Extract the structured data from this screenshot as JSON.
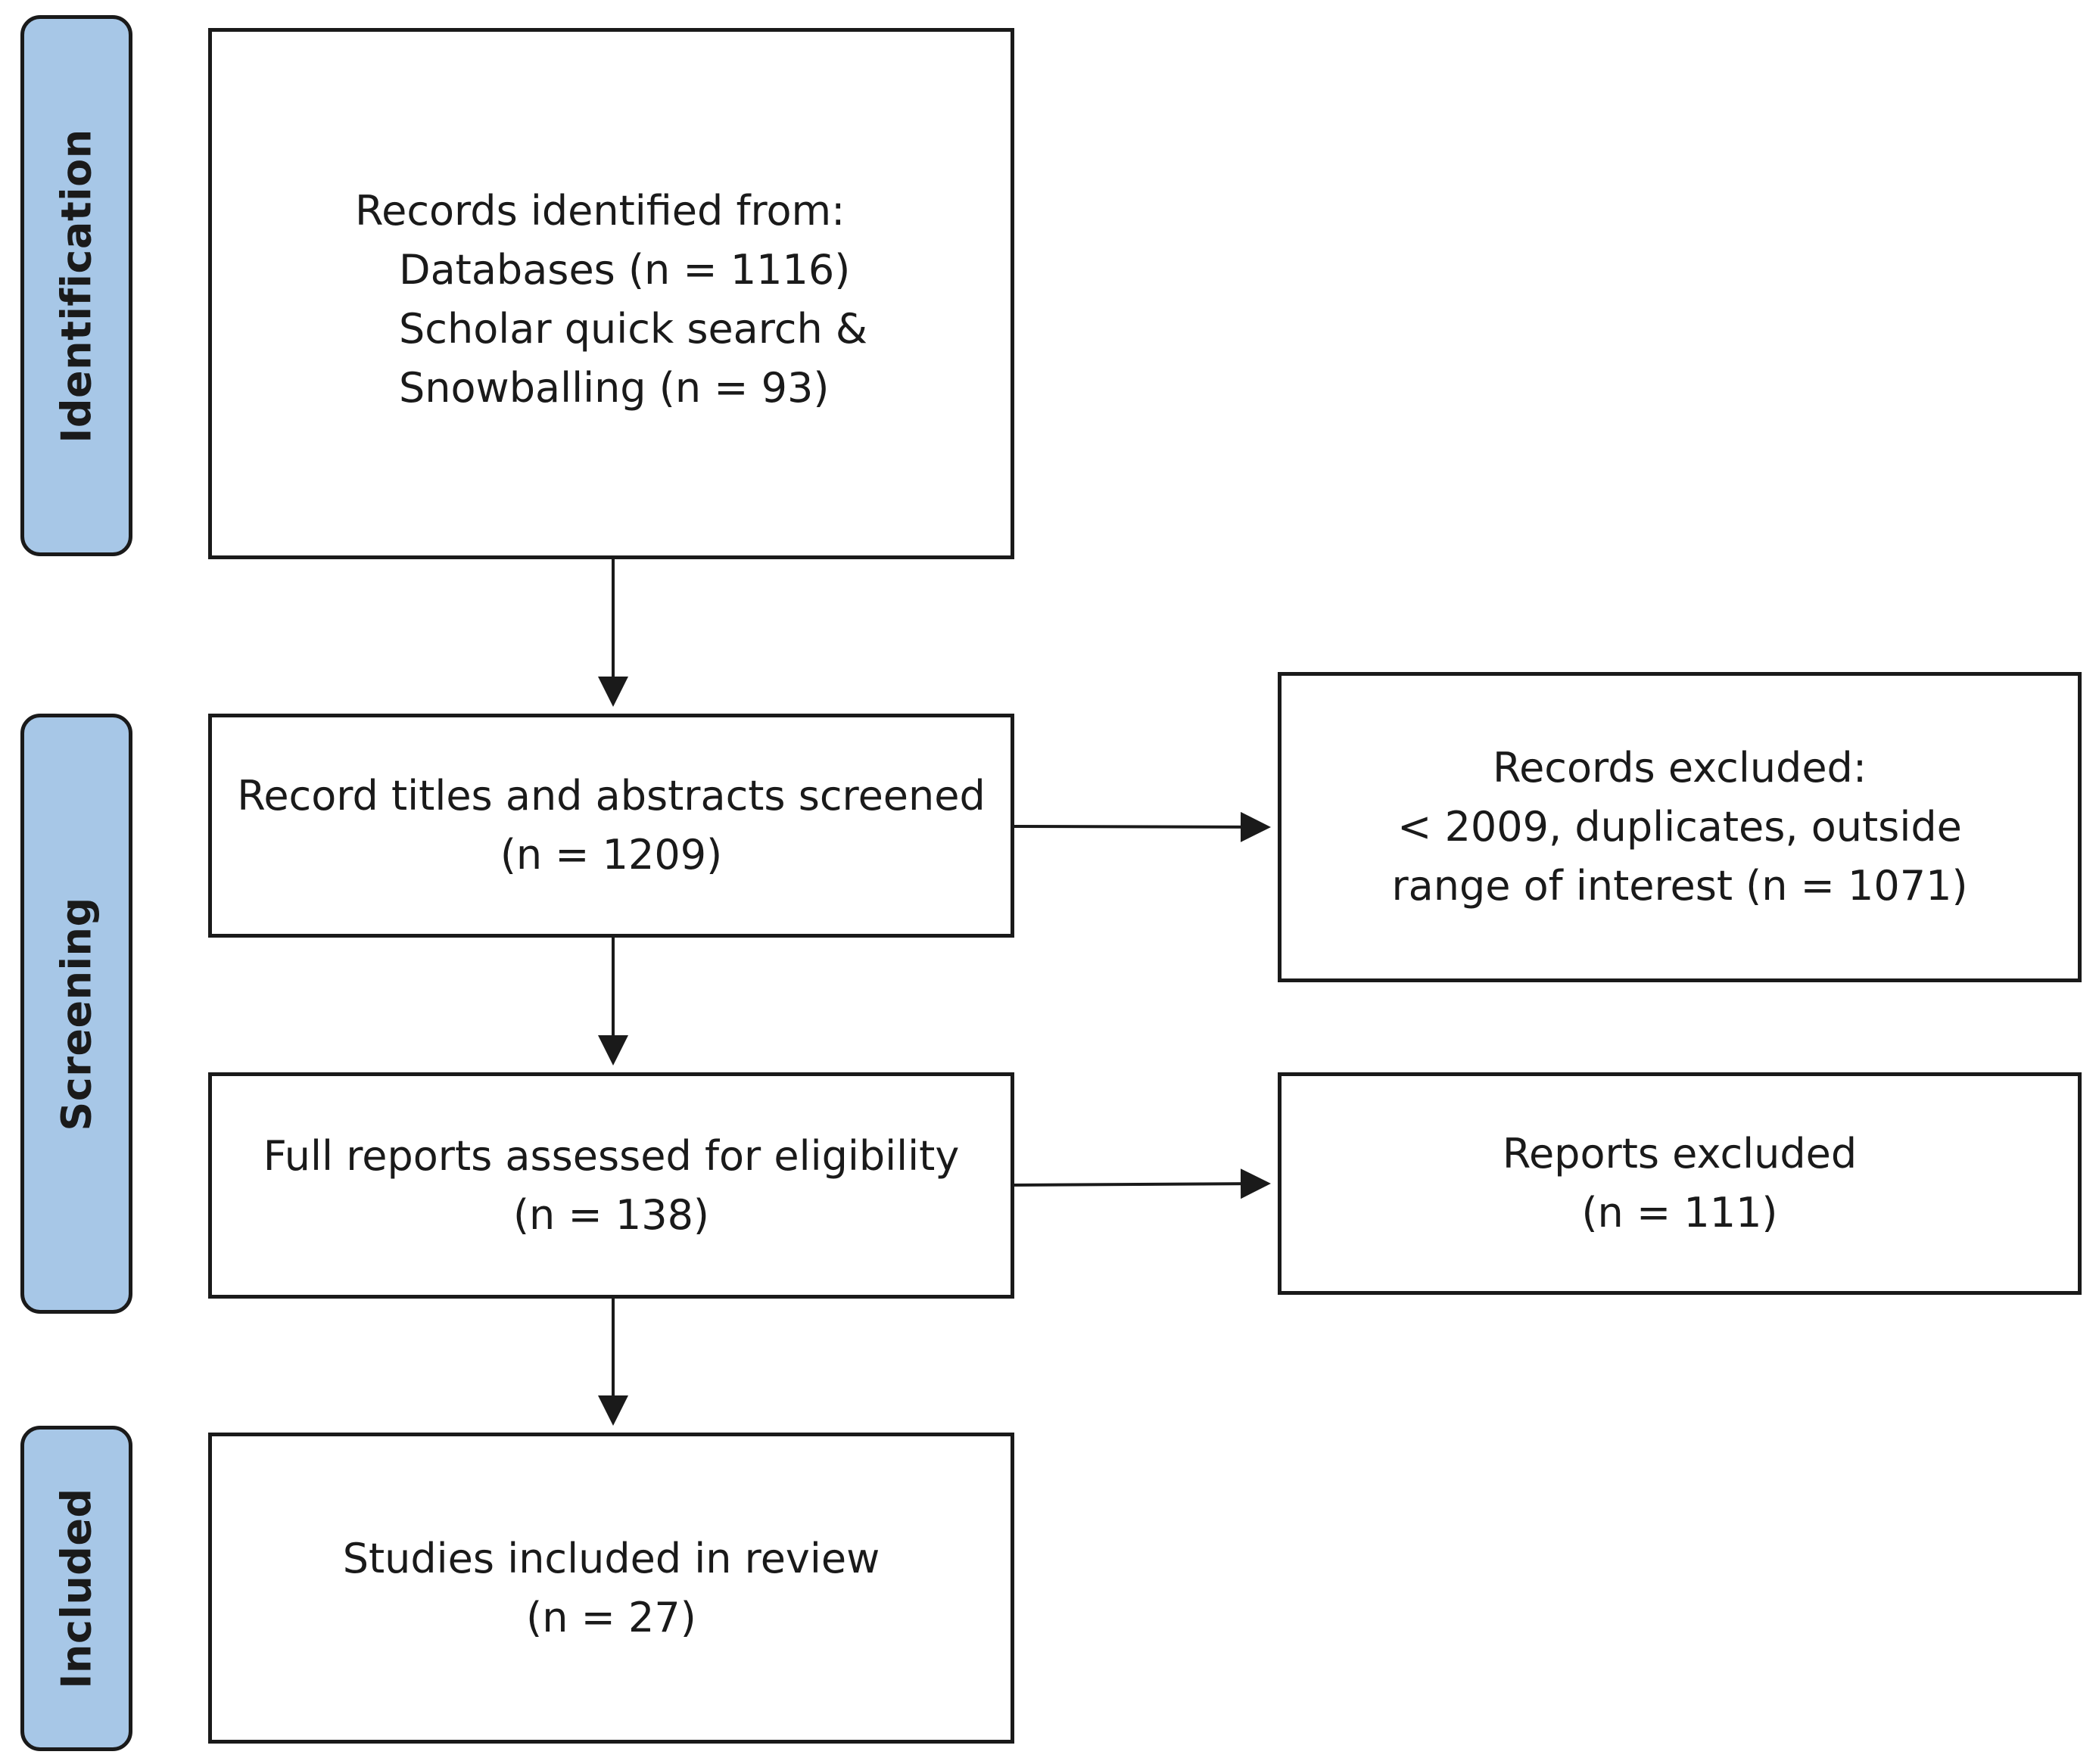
{
  "stages": {
    "identification": "Identification",
    "screening": "Screening",
    "included": "Included"
  },
  "boxes": {
    "records_identified": {
      "lead": "Records identified  from:",
      "sources": [
        "Databases (n = 1116)",
        "Scholar quick search &",
        "Snowballing (n = 93)"
      ]
    },
    "screened": {
      "lines": [
        "Record titles and abstracts screened",
        "(n = 1209)"
      ]
    },
    "records_excluded": {
      "lines": [
        "Records excluded:",
        "< 2009, duplicates, outside",
        "range of interest (n = 1071)"
      ]
    },
    "full_reports": {
      "lines": [
        "Full reports assessed for eligibility",
        "(n = 138)"
      ]
    },
    "reports_excluded": {
      "lines": [
        "Reports excluded",
        "(n = 111)"
      ]
    },
    "included": {
      "lines": [
        "Studies included in review",
        "(n = 27)"
      ]
    }
  }
}
